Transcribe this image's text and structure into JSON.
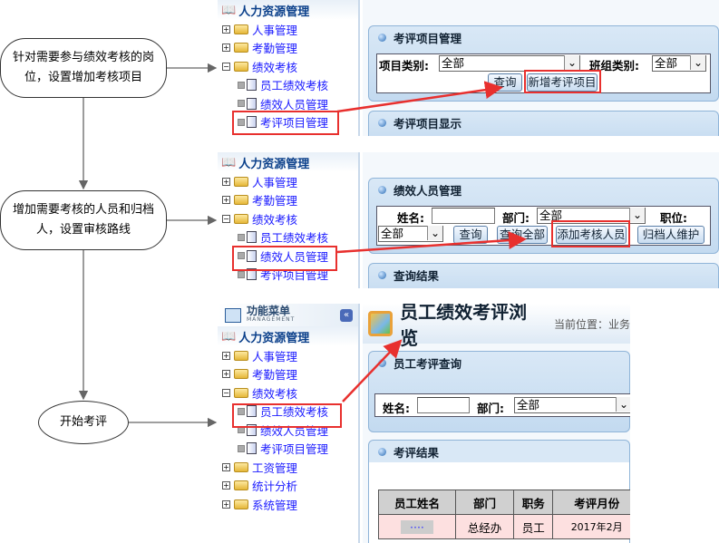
{
  "flow": {
    "step1": "针对需要参与绩效考核的岗位，设置增加考核项目",
    "step2": "增加需要考核的人员和归档人，设置审核路线",
    "step3": "开始考评"
  },
  "sidebar": {
    "menu_title": "功能菜单",
    "menu_sub": "MANAGEMENT",
    "root": "人力资源管理",
    "items": [
      "人事管理",
      "考勤管理",
      "绩效考核"
    ],
    "sub_items": [
      "员工绩效考核",
      "绩效人员管理",
      "考评项目管理"
    ],
    "more_items": [
      "工资管理",
      "统计分析",
      "系统管理"
    ]
  },
  "shot1": {
    "panel_title": "考评项目管理",
    "label_category": "项目类别:",
    "category_value": "全部",
    "label_team": "班组类别:",
    "team_value": "全部",
    "query_button": "查询",
    "add_button": "新增考评项目",
    "result_title": "考评项目显示"
  },
  "shot2": {
    "panel_title": "绩效人员管理",
    "label_name": "姓名:",
    "label_dept": "部门:",
    "dept_value": "全部",
    "label_position": "职位:",
    "position_value": "全部",
    "query_button": "查询",
    "query_all_button": "查询全部",
    "add_button": "添加考核人员",
    "archive_button": "归档人维护",
    "result_title": "查询结果"
  },
  "shot3": {
    "page_title": "员工绩效考评浏览",
    "location": "当前位置：业务",
    "query_title": "员工考评查询",
    "label_name": "姓名:",
    "label_dept": "部门:",
    "dept_value": "全部",
    "result_title": "考评结果",
    "table": {
      "headers": [
        "员工姓名",
        "部门",
        "职务",
        "考评月份"
      ],
      "rows": [
        [
          "····",
          "总经办",
          "员工",
          "2017年2月"
        ]
      ]
    }
  },
  "colors": {
    "highlight": "#e8302e",
    "link": "#1a1aff"
  }
}
